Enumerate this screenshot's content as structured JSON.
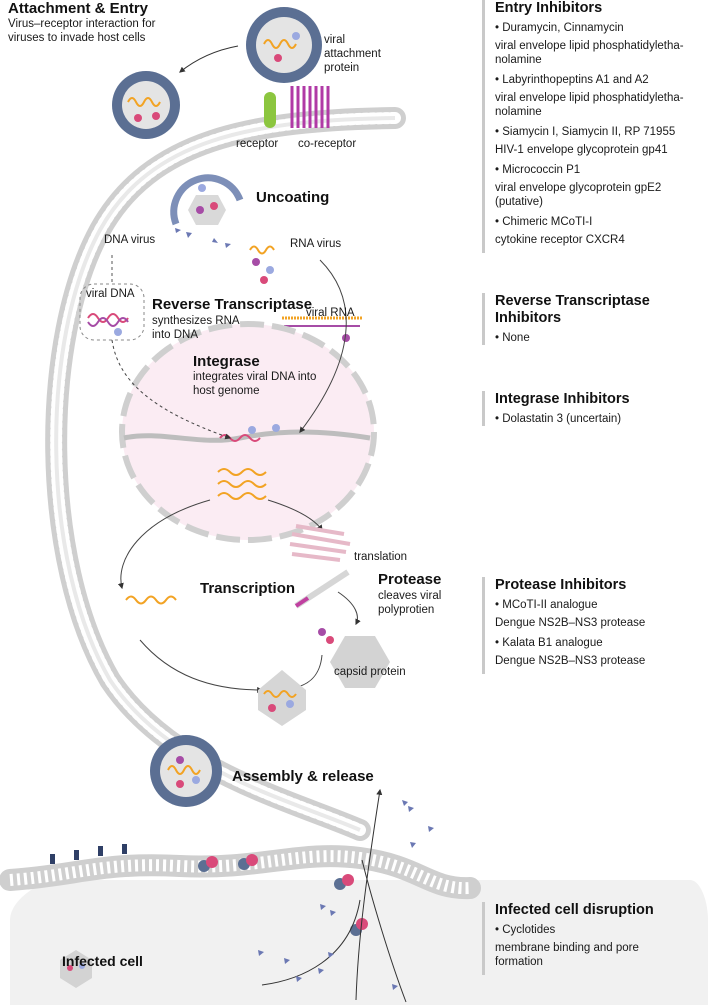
{
  "stages": {
    "attachment": {
      "title": "Attachment & Entry",
      "desc": "Virus–receptor interaction for viruses to invade host cells"
    },
    "uncoating": {
      "title": "Uncoating"
    },
    "reverse_transcriptase": {
      "title": "Reverse Transcriptase",
      "desc": "synthesizes RNA into DNA"
    },
    "integrase": {
      "title": "Integrase",
      "desc": "integrates viral DNA into host genome"
    },
    "transcription": {
      "title": "Transcription"
    },
    "protease": {
      "title": "Protease",
      "desc": "cleaves viral polyprotien"
    },
    "assembly": {
      "title": "Assembly & release"
    }
  },
  "labels": {
    "viral_attachment_protein": "viral attachment protein",
    "receptor": "receptor",
    "co_receptor": "co-receptor",
    "dna_virus": "DNA virus",
    "rna_virus": "RNA virus",
    "viral_dna": "viral DNA",
    "viral_rna": "viral RNA",
    "translation": "translation",
    "capsid_protein": "capsid protein",
    "infected_cell": "Infected cell"
  },
  "panels": {
    "entry": {
      "title": "Entry Inhibitors",
      "items": [
        {
          "name": "Duramycin, Cinnamycin",
          "target": "viral envelope lipid phosphatidyletha-nolamine"
        },
        {
          "name": "Labyrinthopeptins A1 and A2",
          "target": "viral envelope lipid phosphatidyletha-nolamine"
        },
        {
          "name": "Siamycin I, Siamycin II, RP 71955",
          "target": "HIV-1 envelope glycoprotein gp41"
        },
        {
          "name": "Micrococcin P1",
          "target": "viral envelope glycoprotein gpE2 (putative)"
        },
        {
          "name": "Chimeric MCoTI-I",
          "target": "cytokine receptor CXCR4"
        }
      ]
    },
    "rt": {
      "title": "Reverse Transcriptase Inhibitors",
      "items": [
        {
          "name": "None"
        }
      ]
    },
    "integrase": {
      "title": "Integrase Inhibitors",
      "items": [
        {
          "name": "Dolastatin 3 (uncertain)"
        }
      ]
    },
    "protease": {
      "title": "Protease Inhibitors",
      "items": [
        {
          "name": "MCoTI-II analogue",
          "target": "Dengue NS2B–NS3 protease"
        },
        {
          "name": "Kalata B1 analogue",
          "target": "Dengue NS2B–NS3 protease"
        }
      ]
    },
    "disruption": {
      "title": "Infected cell disruption",
      "items": [
        {
          "name": "Cyclotides",
          "target": "membrane binding and pore formation"
        }
      ]
    }
  },
  "colors": {
    "membrane": "#d9d9d9",
    "envelope": "#5b6f93",
    "spike": "#2f3f66",
    "rna": "#f2a324",
    "dna_strand": "#a64ca6",
    "nucleus": "#fbecf3",
    "receptor": "#8cc63f",
    "co_receptor": "#b03aa6",
    "protein_pink": "#d94a7a",
    "protein_blue": "#9ba9e0"
  }
}
